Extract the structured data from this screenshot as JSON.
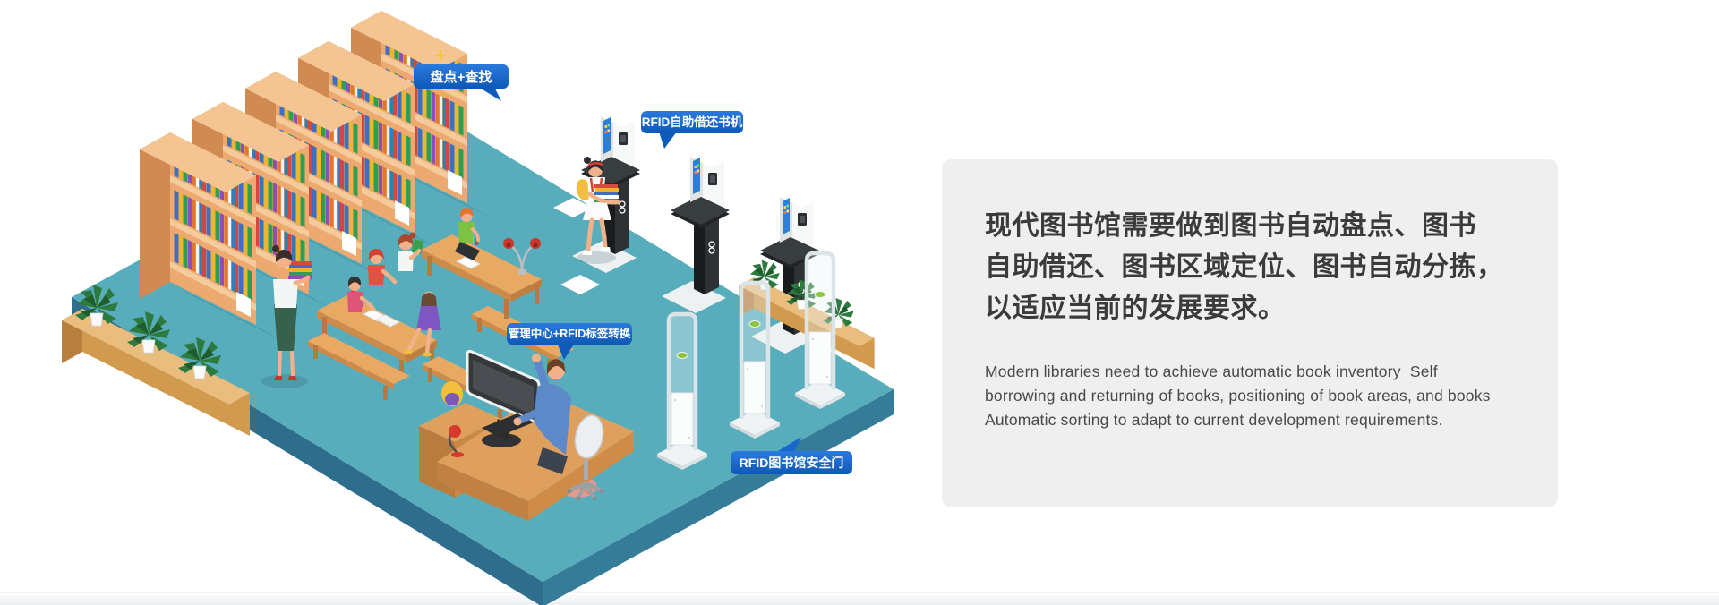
{
  "page": {
    "background": "#ffffff",
    "bottom_strip_color": "#edeff2"
  },
  "info_panel": {
    "background": "#efefef",
    "heading_lines": [
      "现代图书馆需要做到图书自动盘点、图书",
      "自助借还、图书区域定位、图书自动分拣，",
      "以适应当前的发展要求。"
    ],
    "body_text": "Modern libraries need to achieve automatic book inventory  Self borrowing and returning of books, positioning of book areas, and books Automatic sorting to adapt to current development requirements."
  },
  "illustration": {
    "description": "isometric library scene",
    "callouts": [
      {
        "id": "inventory-search",
        "label": "盘点+查找"
      },
      {
        "id": "rfid-selfservice-kiosk",
        "label": "RFID自助借还书机"
      },
      {
        "id": "management-center",
        "label": "管理中心+RFID标签转换"
      },
      {
        "id": "rfid-security-gate",
        "label": "RFID图书馆安全门"
      }
    ],
    "colors": {
      "callout_blue": "#1467c8",
      "floor_top": "#58adbc",
      "floor_side_left": "#2e6d8b",
      "floor_side_right": "#357c98",
      "shelf_wood": "#edaa70",
      "planter_wood": "#d8a055",
      "plant_green": "#2d7a3e"
    }
  }
}
